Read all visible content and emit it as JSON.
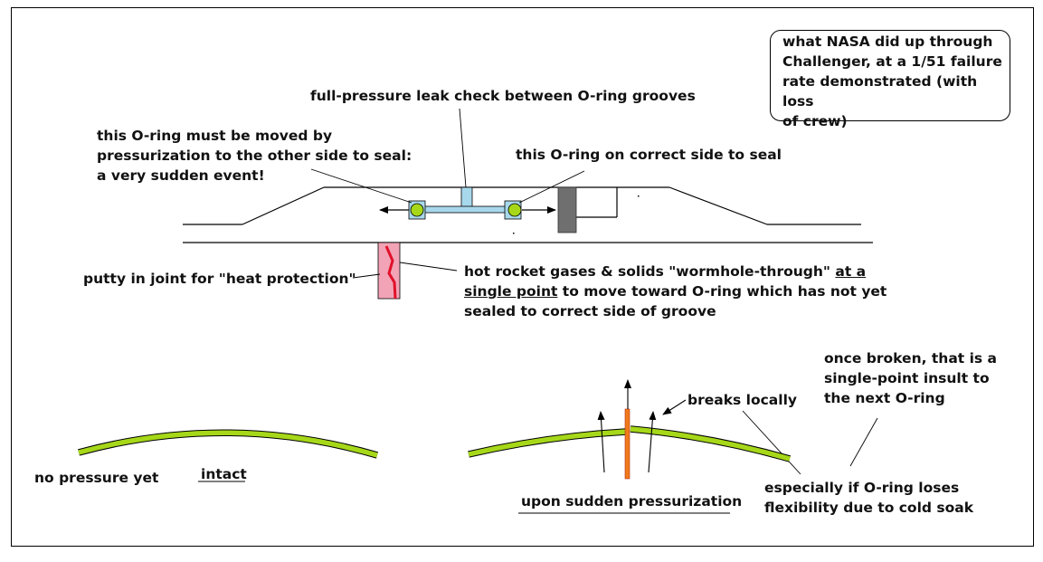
{
  "notes": {
    "nasa_box": [
      "what NASA did up through",
      "Challenger,  at a 1/51 failure",
      "rate demonstrated (with loss",
      "of crew)"
    ],
    "leak_check": "full-pressure leak check between O-ring grooves",
    "oring_moved": [
      "this O-ring must be moved by",
      "pressurization to the other side to seal:",
      "a very sudden event!"
    ],
    "oring_correct": "this O-ring on correct side to seal",
    "putty": "putty in joint for \"heat protection\"",
    "hot_gases": {
      "line1_plain": "hot rocket gases & solids \"wormhole-through\" ",
      "line1_underlined": "at a",
      "line2_underlined": "single point",
      "line2_plain": " to move toward O-ring which has not yet",
      "line3": "sealed to correct side of groove"
    },
    "no_pressure": "no pressure yet",
    "intact": "intact",
    "breaks_locally": "breaks locally",
    "once_broken": [
      "once broken,  that is a",
      "single-point insult to",
      "the next O-ring"
    ],
    "sudden_pressurization": "upon sudden pressurization",
    "cold_soak": [
      "especially if O-ring loses",
      "flexibility due to cold soak"
    ]
  },
  "colors": {
    "oring_green": "#a6d819",
    "port_blue": "#a8d8ec",
    "clamp_gray": "#6f6f6f",
    "putty_pink": "#f2a3b6",
    "gas_red": "#e0102a",
    "gas_orange": "#f07a1a"
  }
}
